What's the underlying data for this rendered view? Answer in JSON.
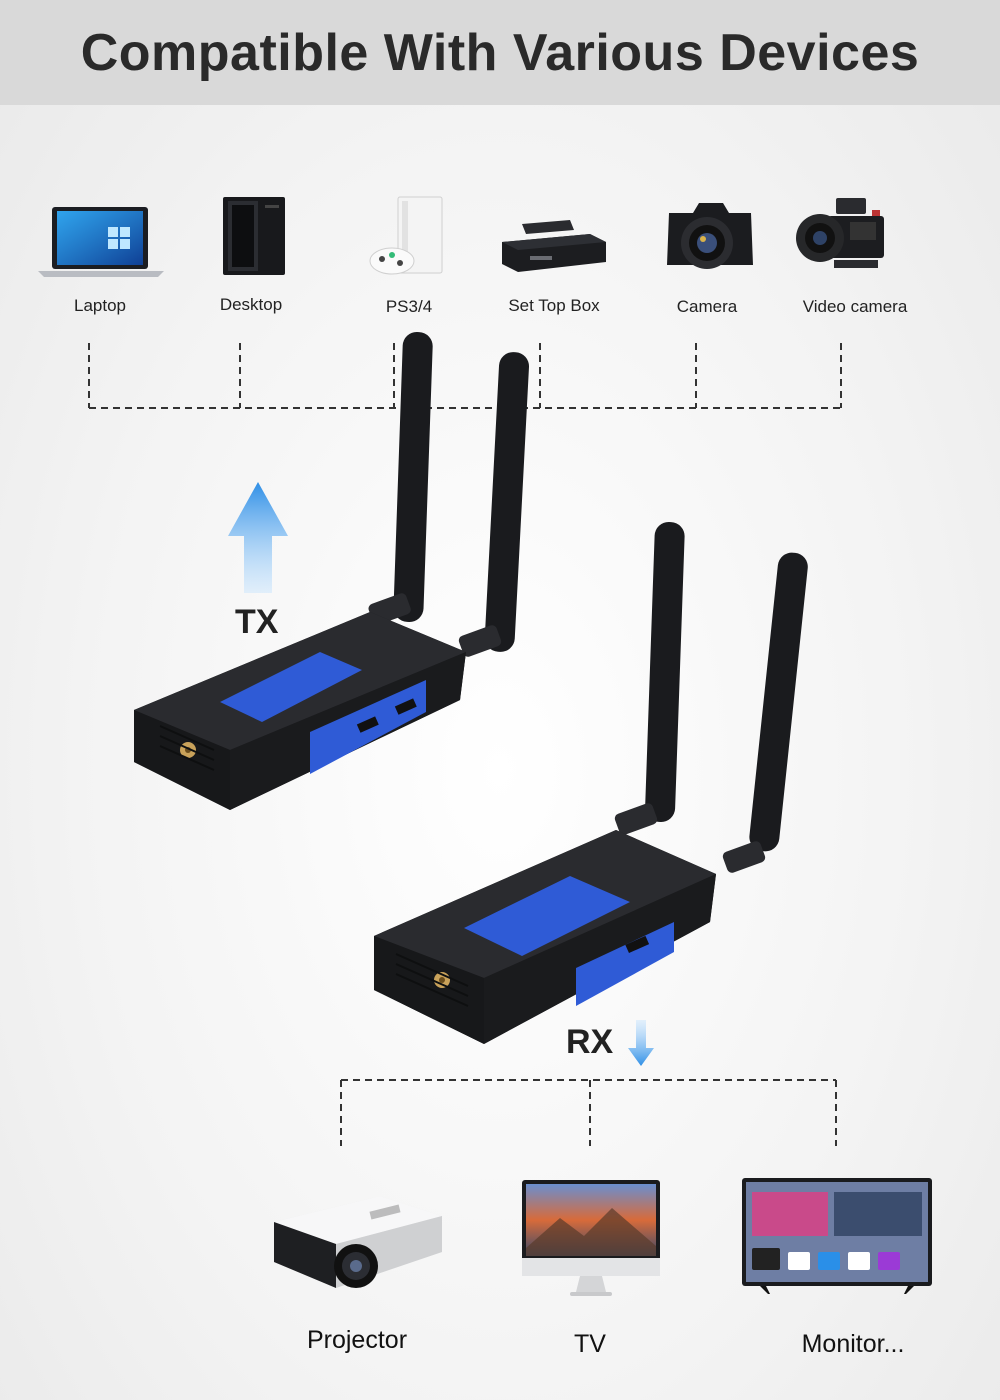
{
  "header": {
    "title": "Compatible With Various Devices"
  },
  "sources": [
    {
      "label": "Laptop"
    },
    {
      "label": "Desktop"
    },
    {
      "label": "PS3/4"
    },
    {
      "label": "Set Top Box"
    },
    {
      "label": "Camera"
    },
    {
      "label": "Video camera"
    }
  ],
  "transmitter": {
    "tag": "TX"
  },
  "receiver": {
    "tag": "RX"
  },
  "outputs": [
    {
      "label": "Projector"
    },
    {
      "label": "TV"
    },
    {
      "label": "Monitor..."
    }
  ],
  "colors": {
    "accent_blue": "#2f5bd6",
    "arrow_blue": "#3b9be8",
    "device_body": "#222326"
  }
}
